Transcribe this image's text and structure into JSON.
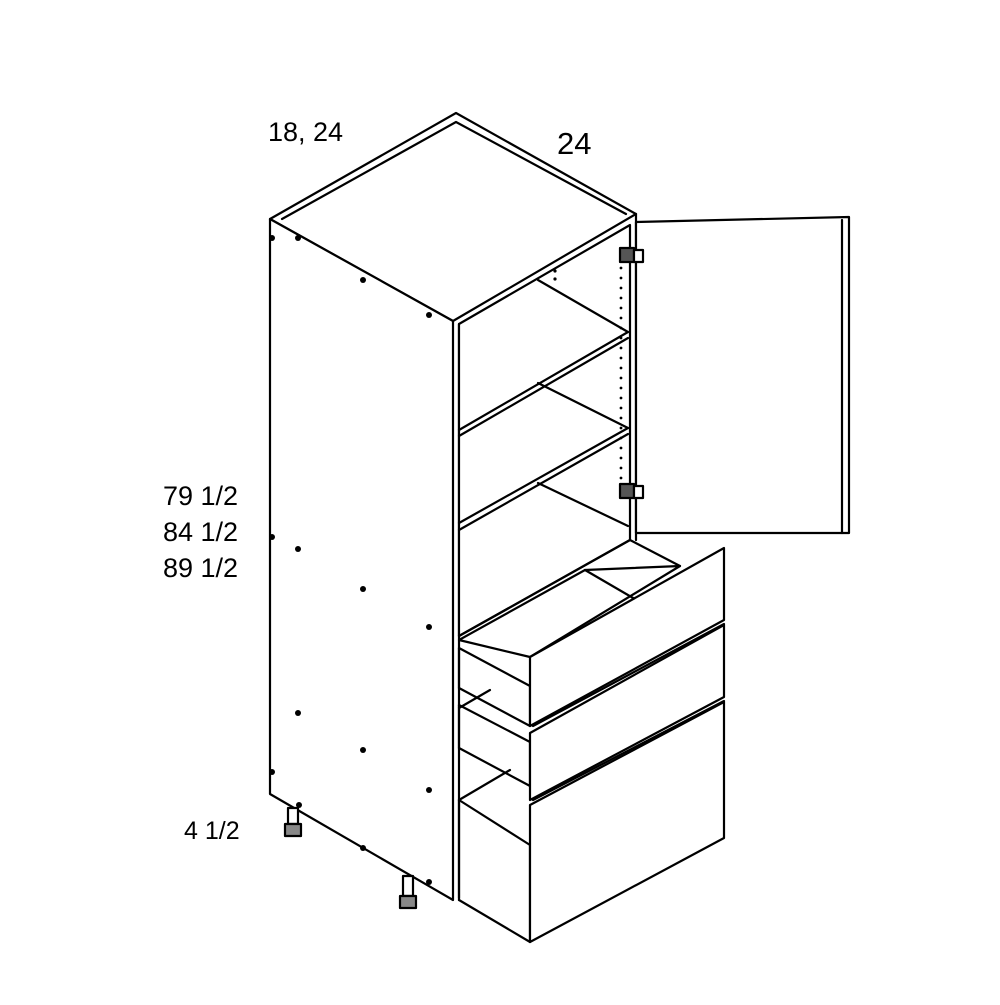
{
  "dimensions": {
    "depth": "18, 24",
    "width": "24",
    "heights": [
      "79 1/2",
      "84 1/2",
      "89 1/2"
    ],
    "toe_kick": "4 1/2"
  }
}
